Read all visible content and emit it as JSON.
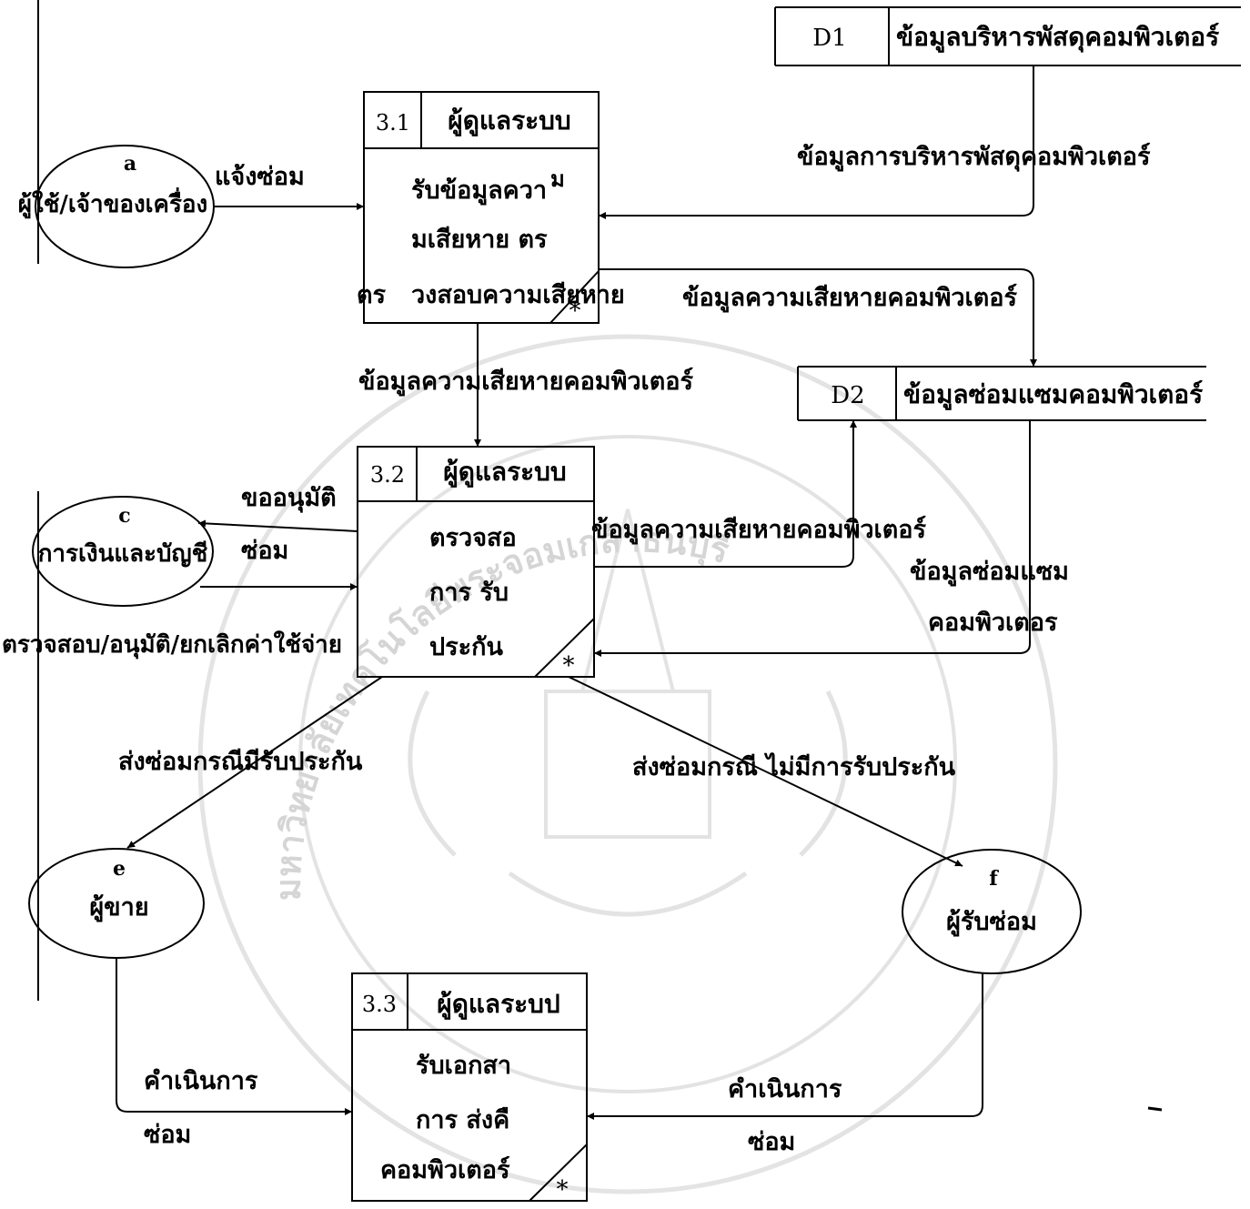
{
  "stores": {
    "d1": {
      "id": "D1",
      "name": "ข้อมูลบริหารพัสดุคอมพิวเตอร์"
    },
    "d2": {
      "id": "D2",
      "name": "ข้อมูลซ่อมแซมคอมพิวเตอร์"
    }
  },
  "processes": {
    "p31": {
      "id": "3.1",
      "owner": "ผู้ดูแลระบบ",
      "lines": [
        "รับข้อมูลควา",
        "มเสียหาย ตร",
        "วงสอบความเสียหาย"
      ],
      "line1_tail": "ม",
      "left_fragment": "ตร",
      "marker": "*"
    },
    "p32": {
      "id": "3.2",
      "owner": "ผู้ดูแลระบบ",
      "lines": [
        "ตรวจสอ",
        "การ รับ",
        "ประกัน"
      ],
      "marker": "*"
    },
    "p33": {
      "id": "3.3",
      "owner": "ผู้ดูแลระบป",
      "lines": [
        "รับเอกสา",
        "การ ส่งคื",
        "คอมพิวเตอร์"
      ],
      "marker": "*"
    }
  },
  "entities": {
    "a": {
      "code": "a",
      "name": "ผู้ใช้/เจ้าของเครื่อง"
    },
    "c": {
      "code": "c",
      "name": "การเงินและบัญชี"
    },
    "e": {
      "code": "e",
      "name": "ผู้ขาย"
    },
    "f": {
      "code": "f",
      "name": "ผู้รับซ่อม"
    }
  },
  "flows": {
    "f_a_31": "แจ้งซ่อม",
    "f_d1_31": "ข้อมูลการบริหารพัสดุคอมพิวเตอร์",
    "f_31_d2": "ข้อมูลความเสียหายคอมพิวเตอร์",
    "f_31_32": "ข้อมูลความเสียหายคอมพิวเตอร์",
    "f_32_c": [
      "ขออนุมัติ",
      "ซ่อม"
    ],
    "f_c_32": "ตรวจสอบ/อนุมัติ/ยกเลิกค่าใช้จ่าย",
    "f_32_d2": "ข้อมูลความเสียหายคอมพิวเตอร์",
    "f_d2_32": [
      "ข้อมูลซ่อมแซม",
      "คอมพิวเตอร"
    ],
    "f_32_e": "ส่งซ่อมกรณีมีรับประกัน",
    "f_32_f": "ส่งซ่อมกรณี ไม่มีการรับประกัน",
    "f_e_33": [
      "คำเนินการ",
      "ซ่อม"
    ],
    "f_f_33": [
      "คำเนินการ",
      "ซ่อม"
    ]
  },
  "watermark": {
    "arc_text": "มหาวิทยาลัยเทคโนโลยีพระจอมเกล้าธนบุรี"
  }
}
